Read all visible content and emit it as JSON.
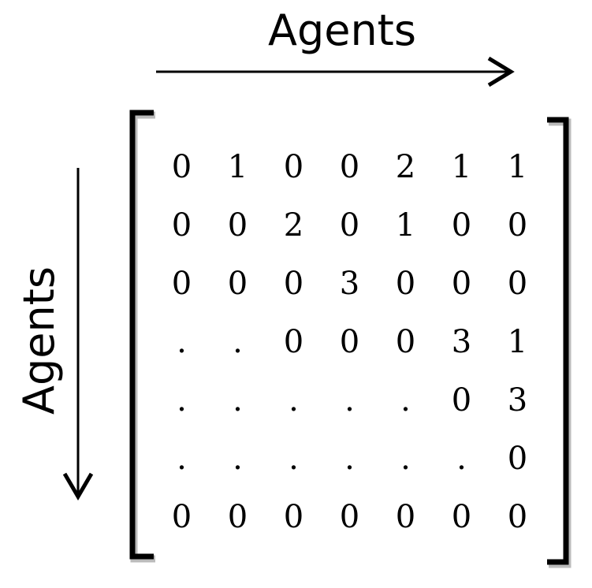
{
  "labels": {
    "top": "Agents",
    "left": "Agents"
  },
  "matrix": [
    [
      "0",
      "1",
      "0",
      "0",
      "2",
      "1",
      "1"
    ],
    [
      "0",
      "0",
      "2",
      "0",
      "1",
      "0",
      "0"
    ],
    [
      "0",
      "0",
      "0",
      "3",
      "0",
      "0",
      "0"
    ],
    [
      ".",
      ".",
      "0",
      "0",
      "0",
      "3",
      "1"
    ],
    [
      ".",
      ".",
      ".",
      ".",
      ".",
      "0",
      "3"
    ],
    [
      ".",
      ".",
      ".",
      ".",
      ".",
      ".",
      "0"
    ],
    [
      "0",
      "0",
      "0",
      "0",
      "0",
      "0",
      "0"
    ]
  ]
}
